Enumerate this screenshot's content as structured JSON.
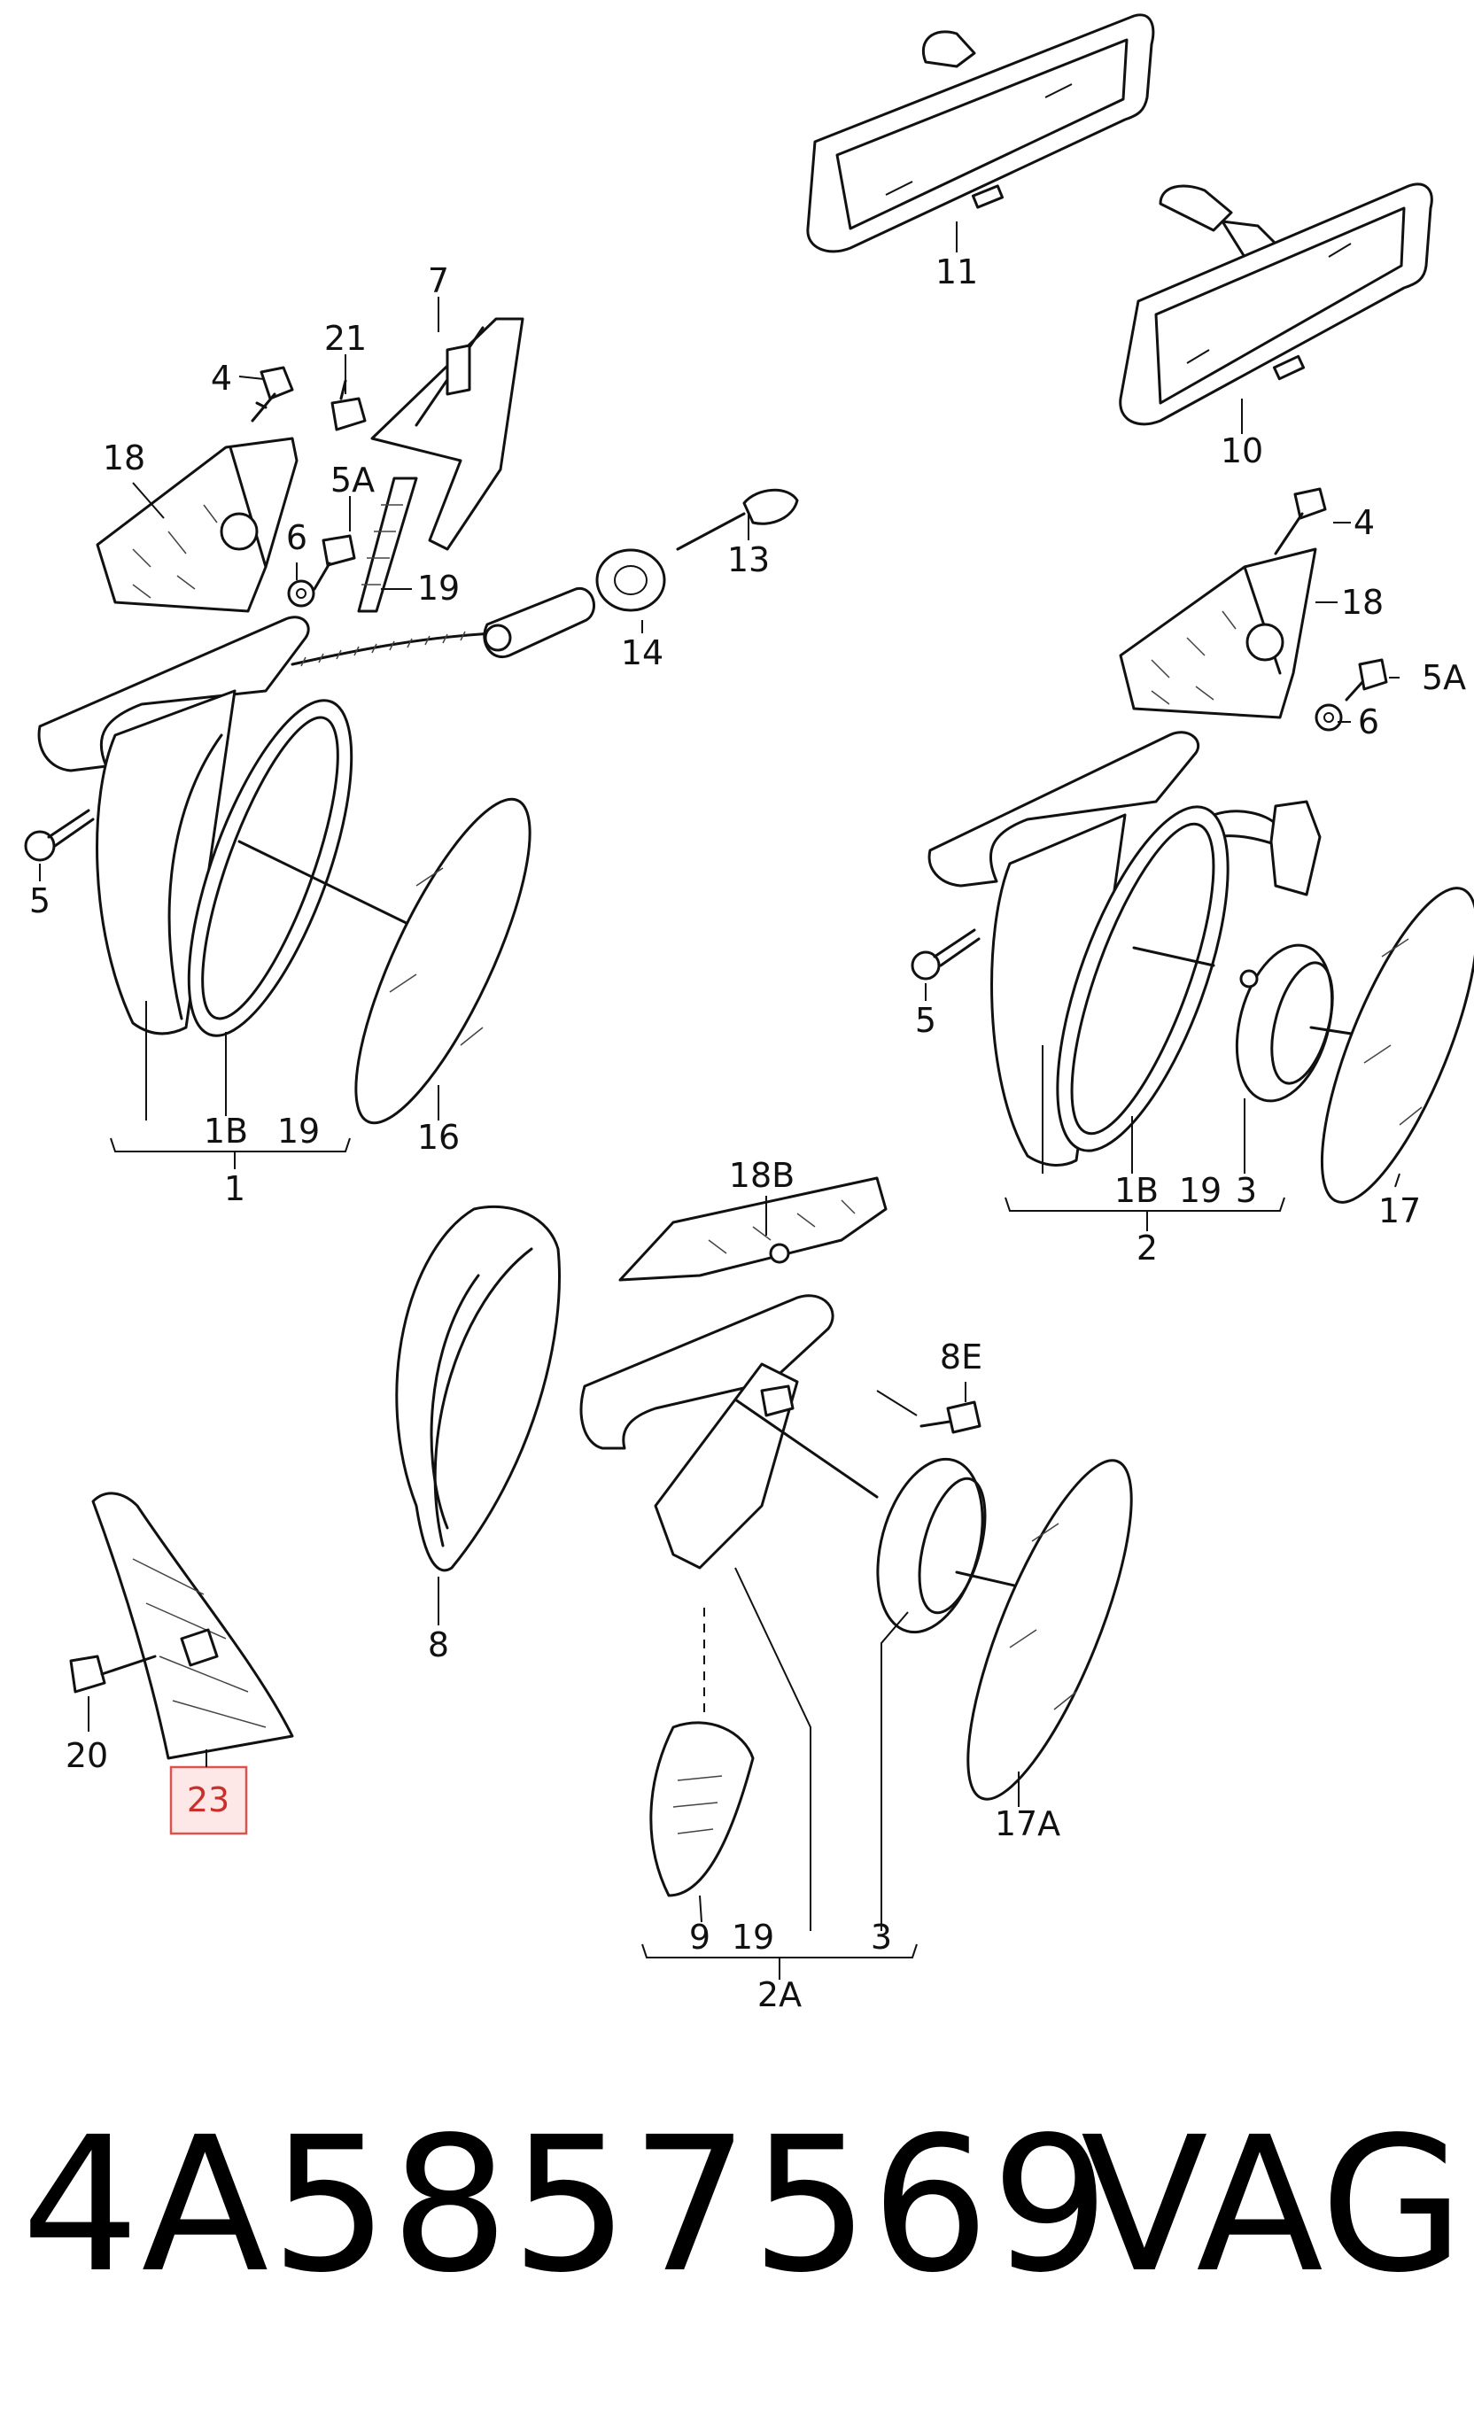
{
  "part_number": "4A5857569",
  "brand": "VAG",
  "highlight_color": "#d9534f",
  "highlight_fill": "#fde7e7",
  "callouts": {
    "c11": "11",
    "c10": "10",
    "c7": "7",
    "c21": "21",
    "c4a": "4",
    "c18a": "18",
    "c5Aa": "5A",
    "c6a": "6",
    "c19a": "19",
    "c13": "13",
    "c14": "14",
    "c5a": "5",
    "c1Ba": "1B",
    "c19b": "19",
    "c1": "1",
    "c16": "16",
    "c4b": "4",
    "c18b": "18",
    "c5Ab": "5A",
    "c6b": "6",
    "c5b": "5",
    "c1Bb": "1B",
    "c19c": "19",
    "c3a": "3",
    "c2": "2",
    "c17": "17",
    "c18B": "18B",
    "c8E": "8E",
    "c8": "8",
    "c20": "20",
    "c23": "23",
    "c17A": "17A",
    "c9": "9",
    "c19d": "19",
    "c3b": "3",
    "c2A": "2A"
  }
}
